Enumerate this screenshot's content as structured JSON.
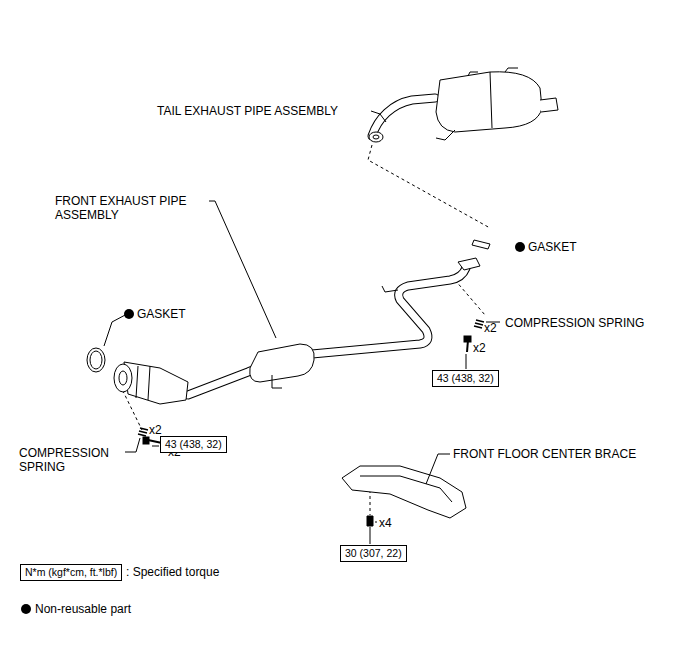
{
  "diagram": {
    "nodes": [
      {
        "text": [
          "43 (438, 32)"
        ]
      },
      {
        "text": [
          "43 (438, 32)"
        ]
      },
      {
        "text": [
          "30 (307, 22)"
        ]
      },
      {
        "text": [
          "N*m (kgf*cm, ft.*lbf)"
        ]
      }
    ],
    "labels": [
      "TAIL EXHAUST PIPE ASSEMBLY",
      "GASKET",
      "COMPRESSION SPRING",
      "x2",
      "x2",
      "FRONT EXHAUST PIPE ASSEMBLY",
      "GASKET",
      "x2",
      "x2",
      "COMPRESSION SPRING",
      "FRONT FLOOR CENTER BRACE",
      "x4"
    ],
    "legend": [
      {
        "text": ": Specified torque"
      },
      {
        "text": "Non-reusable part"
      }
    ]
  }
}
